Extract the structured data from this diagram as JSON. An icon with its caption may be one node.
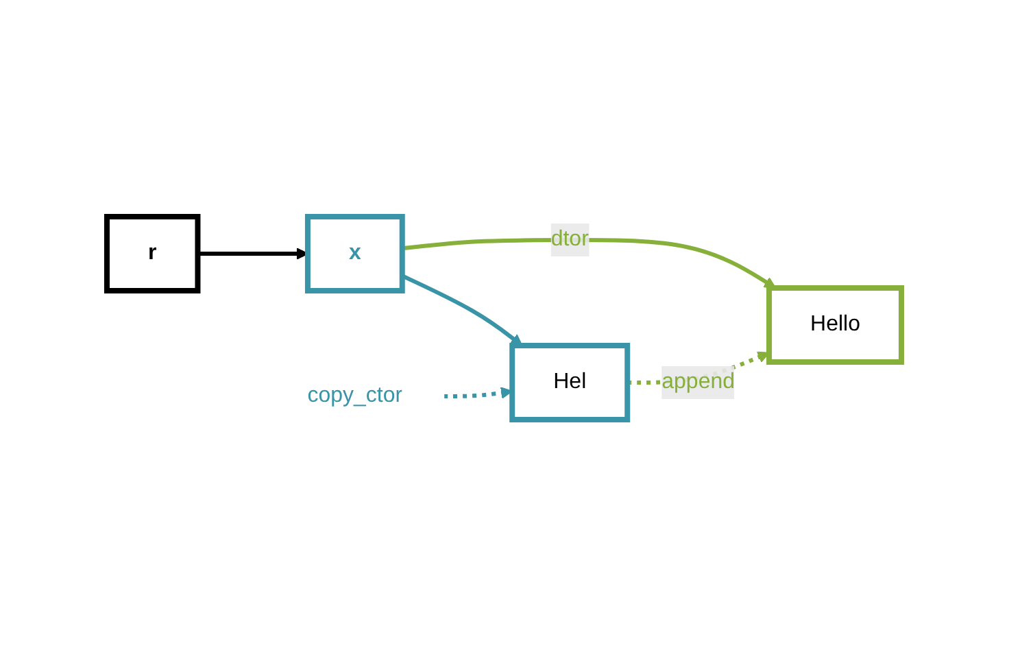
{
  "diagram": {
    "nodes": [
      {
        "text": [
          "r"
        ]
      },
      {
        "text": [
          "x"
        ]
      },
      {
        "text": [
          "copy_ctor"
        ]
      },
      {
        "text": [
          "Hel"
        ]
      },
      {
        "text": [
          "Hello"
        ]
      }
    ],
    "edges": [
      {
        "from": 0,
        "to": 1,
        "arrow": "to",
        "color": "#000000"
      },
      {
        "from": 1,
        "to": 3,
        "arrow": "to",
        "color": "#3a94a8"
      },
      {
        "from": 1,
        "to": 4,
        "arrow": "to",
        "label": "dtor",
        "color": "#86b03a"
      },
      {
        "from": 3,
        "to": 4,
        "arrow": "to",
        "label": "append",
        "style": "dashed",
        "color": "#86b03a"
      },
      {
        "from": 2,
        "to": 3,
        "arrow": "to",
        "style": "dashed",
        "color": "#3a94a8"
      }
    ]
  }
}
